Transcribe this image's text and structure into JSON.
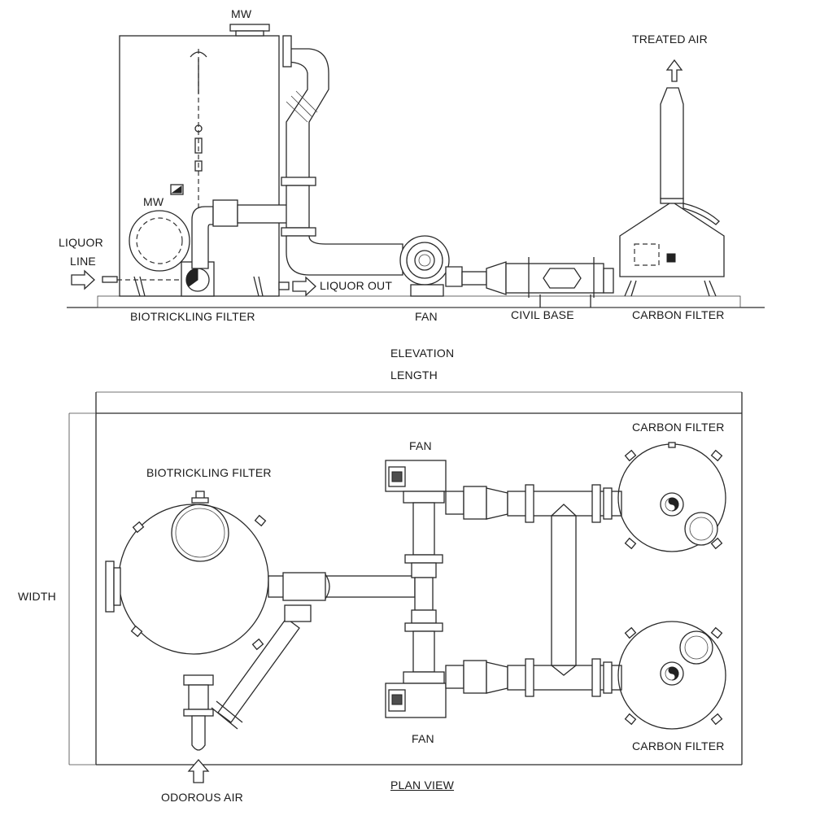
{
  "elevation": {
    "title": "ELEVATION",
    "labels": {
      "mw_top": "MW",
      "mw_side": "MW",
      "liquor_line": "LIQUOR\nLINE",
      "liquor_line_1": "LIQUOR",
      "liquor_line_2": "LINE",
      "liquor_out": "LIQUOR OUT",
      "treated_air": "TREATED AIR",
      "biotrickling_filter": "BIOTRICKLING FILTER",
      "fan": "FAN",
      "civil_base": "CIVIL BASE",
      "carbon_filter": "CARBON FILTER"
    }
  },
  "plan": {
    "title": "PLAN VIEW",
    "labels": {
      "length": "LENGTH",
      "width": "WIDTH",
      "biotrickling_filter": "BIOTRICKLING FILTER",
      "fan_top": "FAN",
      "fan_bottom": "FAN",
      "carbon_filter_top": "CARBON FILTER",
      "carbon_filter_bottom": "CARBON FILTER",
      "odorous_air": "ODOROUS AIR"
    }
  },
  "colors": {
    "line": "#2a2a2a",
    "background": "#ffffff"
  }
}
